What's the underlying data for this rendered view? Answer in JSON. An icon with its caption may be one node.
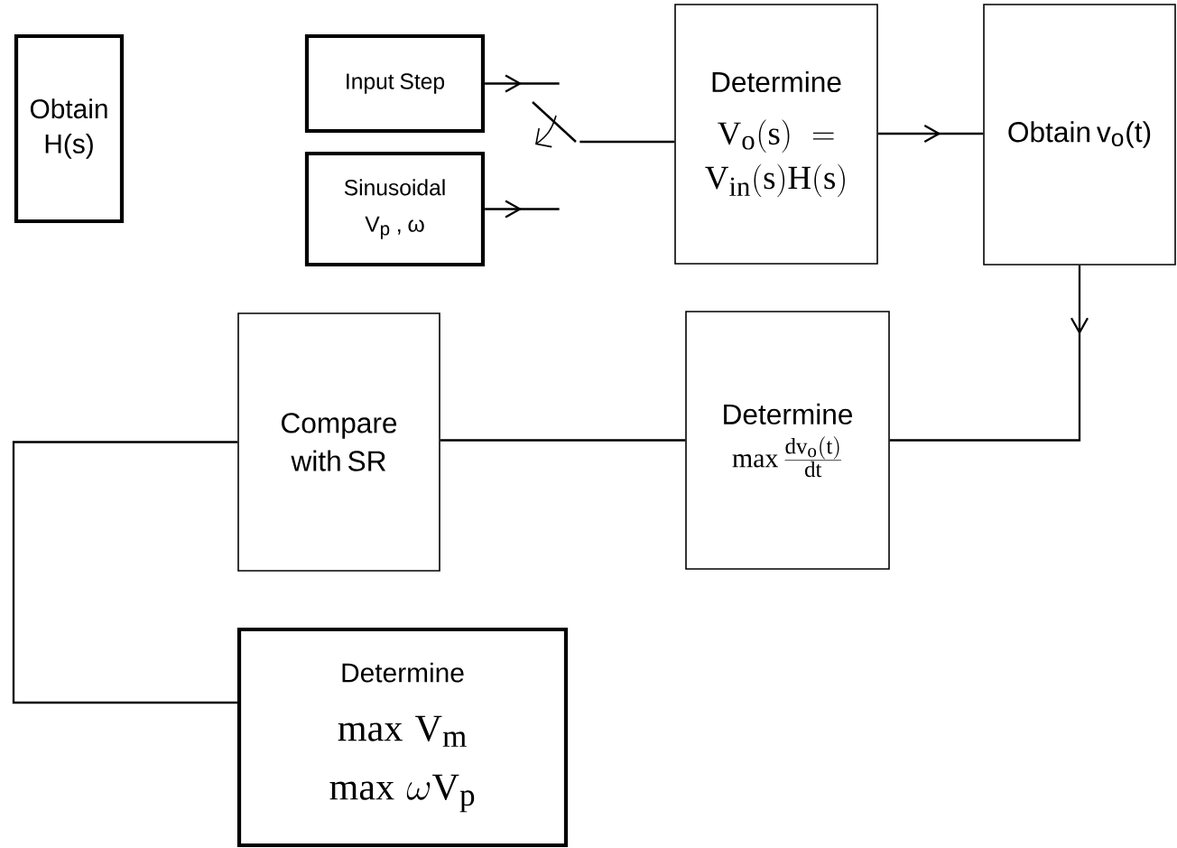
{
  "diagram": {
    "nodes": [
      {
        "text": [
          "Obtain H(s)"
        ]
      },
      {
        "text": [
          "Input Step"
        ]
      },
      {
        "text": [
          "Sinusoidal",
          "V$_{p}$ , ω"
        ]
      },
      {
        "text": [
          "Determine",
          "V_o(s) = V_{in}(s)H(s)"
        ]
      },
      {
        "text": [
          "Obtain v$_{o}$(t)"
        ]
      },
      {
        "text": [
          "Compare with SR"
        ]
      },
      {
        "text": [
          "Determine",
          "\\max \\frac{dv_o(t)}{dt}"
        ]
      },
      {
        "text": [
          "Determine",
          "\\max\\ V_m",
          "\\max\\ \\omega V_p"
        ]
      },
      {
        "text": [],
        "shape": "switch"
      }
    ],
    "edges": [
      {
        "from": 1,
        "to": 8,
        "arrow": "to"
      },
      {
        "from": 2,
        "to": 8,
        "arrow": "to"
      },
      {
        "from": 8,
        "to": 3,
        "arrow": "none"
      },
      {
        "from": 3,
        "to": 4,
        "arrow": "to"
      },
      {
        "from": 4,
        "to": 6,
        "arrow": "to"
      },
      {
        "from": 6,
        "to": 5,
        "arrow": "none"
      },
      {
        "from": 5,
        "to": 7,
        "arrow": "none"
      }
    ]
  }
}
